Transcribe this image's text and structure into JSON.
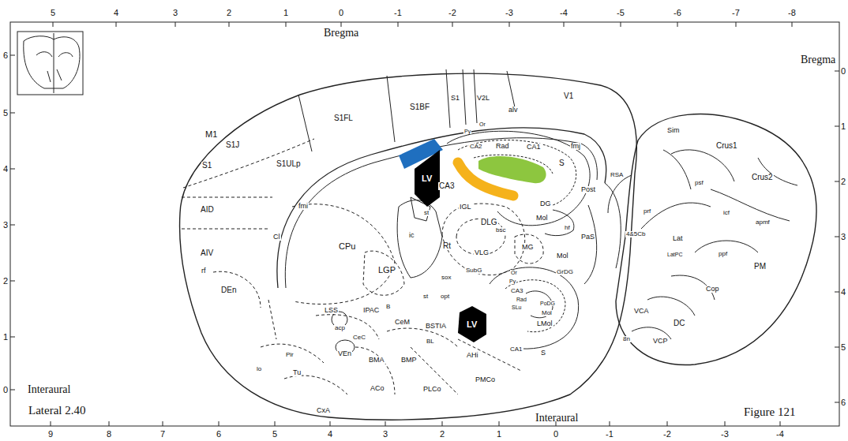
{
  "diagram": {
    "nodes": [
      {
        "text": [
          "LV"
        ]
      },
      {
        "text": [
          "LV"
        ]
      }
    ],
    "labels": [
      "5",
      "4",
      "3",
      "2",
      "1",
      "0",
      "-1",
      "-2",
      "-3",
      "-4",
      "-5",
      "-6",
      "-7",
      "-8",
      "9",
      "8",
      "7",
      "6",
      "5",
      "4",
      "3",
      "2",
      "1",
      "0",
      "-1",
      "-2",
      "-3",
      "-4",
      "6",
      "5",
      "4",
      "3",
      "2",
      "1",
      "0",
      "0",
      "1",
      "2",
      "3",
      "4",
      "5",
      "6",
      "Bregma",
      "Bregma",
      "Interaural",
      "Interaural",
      "Lateral 2.40",
      "Figure 121",
      "M1",
      "S1J",
      "S1",
      "S1ULp",
      "S1FL",
      "S1BF",
      "S1",
      "V2L",
      "V1",
      "alv",
      "Or",
      "Py",
      "CA2",
      "Rad",
      "CA1",
      "fmj",
      "S",
      "CA3",
      "DG",
      "Mol",
      "Post",
      "RSA",
      "hf",
      "PaS",
      "Sim",
      "Crus1",
      "Crus2",
      "psf",
      "icf",
      "apmf",
      "prf",
      "4&5Cb",
      "Lat",
      "LatPC",
      "ppf",
      "PM",
      "Cop",
      "DC",
      "VCA",
      "8n",
      "VCP",
      "AID",
      "AIV",
      "rf",
      "fmi",
      "Cl",
      "CPu",
      "DEn",
      "LGP",
      "ic",
      "st",
      "IGL",
      "DLG",
      "bsc",
      "Rt",
      "VLG",
      "MG",
      "Mol",
      "SubG",
      "sox",
      "Or",
      "Py",
      "GrDG",
      "CA3",
      "Rad",
      "SLu",
      "PoDG",
      "Mol",
      "LMol",
      "opt",
      "st",
      "B",
      "IPAC",
      "LSS",
      "acp",
      "CeC",
      "CeM",
      "BSTIA",
      "BL",
      "VEn",
      "BMA",
      "BMP",
      "AHi",
      "CA1",
      "S",
      "Pir",
      "lo",
      "Tu",
      "ACo",
      "PLCo",
      "PMCo",
      "CxA"
    ]
  }
}
